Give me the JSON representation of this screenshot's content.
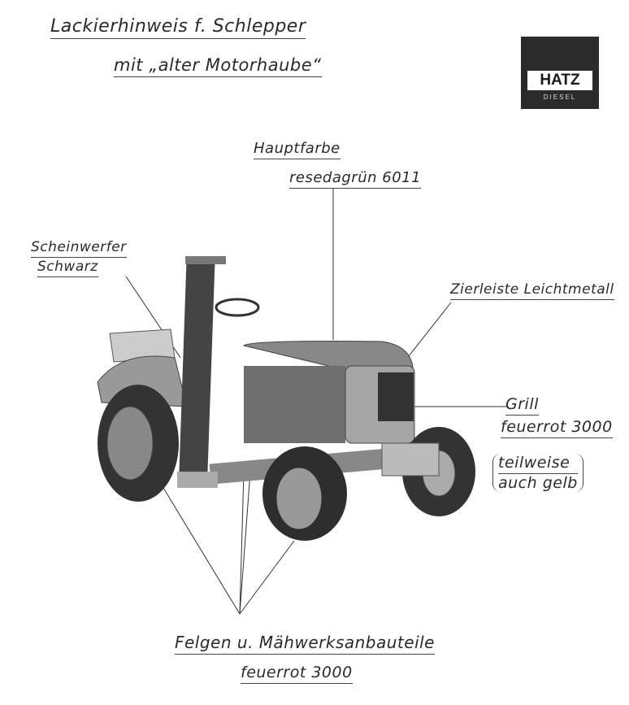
{
  "title": {
    "line1": "Lackierhinweis f. Schlepper",
    "line2": "mit „alter Motorhaube“"
  },
  "logo": {
    "brand": "HATZ",
    "sub": "DIESEL"
  },
  "labels": {
    "main_color_title": "Hauptfarbe",
    "main_color_value": "resedagrün 6011",
    "headlight_title": "Scheinwerfer",
    "headlight_value": "Schwarz",
    "trim": "Zierleiste Leichtmetall",
    "grill_title": "Grill",
    "grill_value": "feuerrot 3000",
    "grill_note_1": "teilweise",
    "grill_note_2": "auch gelb",
    "rims_title": "Felgen u. Mähwerksanbauteile",
    "rims_value": "feuerrot 3000"
  }
}
